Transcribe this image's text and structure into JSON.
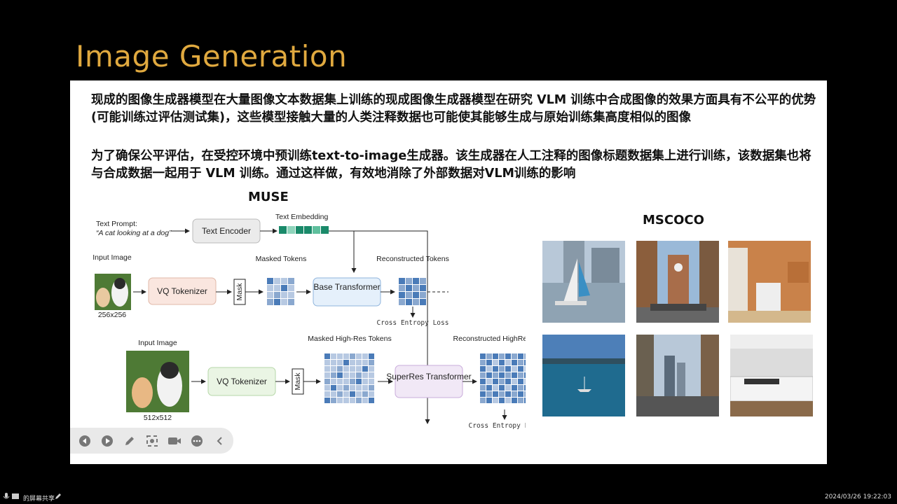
{
  "slide": {
    "title": "Image Generation",
    "paragraph1": "现成的图像生成器模型在大量图像文本数据集上训练的现成图像生成器模型在研究 VLM 训练中合成图像的效果方面具有不公平的优势(可能训练过评估测试集)，这些模型接触大量的人类注释数据也可能使其能够生成与原始训练集高度相似的图像",
    "paragraph2": "为了确保公平评估，在受控环境中预训练text-to-image生成器。该生成器在人工注释的图像标题数据集上进行训练，该数据集也将与合成数据一起用于 VLM 训练。通过这样做，有效地消除了外部数据对VLM训练的影响",
    "muse_title": "MUSE",
    "mscoco_title": "MSCOCO"
  },
  "diagram": {
    "text_prompt_label": "Text Prompt:",
    "text_prompt_quote": "“A cat looking at a dog”",
    "text_encoder": "Text Encoder",
    "text_embedding": "Text Embedding",
    "input_image": "Input Image",
    "size_small": "256x256",
    "vq_tokenizer": "VQ Tokenizer",
    "mask": "Mask",
    "masked_tokens": "Masked Tokens",
    "base_transformer": "Base Transformer",
    "reconstructed_tokens": "Reconstructed Tokens",
    "cross_entropy_loss": "Cross Entropy Loss",
    "input_image_2": "Input Image",
    "size_large": "512x512",
    "masked_highres": "Masked High-Res Tokens",
    "superres_transformer": "SuperRes Transformer",
    "reconstructed_highres": "Reconstructed HighRes Tokens"
  },
  "toolbar": {
    "items": [
      "prev-icon",
      "play-icon",
      "pen-icon",
      "screenshot-icon",
      "camera-icon",
      "more-icon",
      "collapse-icon"
    ]
  },
  "status": {
    "share_text": "的屏幕共享",
    "datetime": "2024/03/26 19:22:03"
  },
  "colors": {
    "title": "#e0a93f",
    "token_blue": "#4a7bb8",
    "token_light": "#b7c9e2",
    "embedding_green": "#1a8a6a"
  }
}
